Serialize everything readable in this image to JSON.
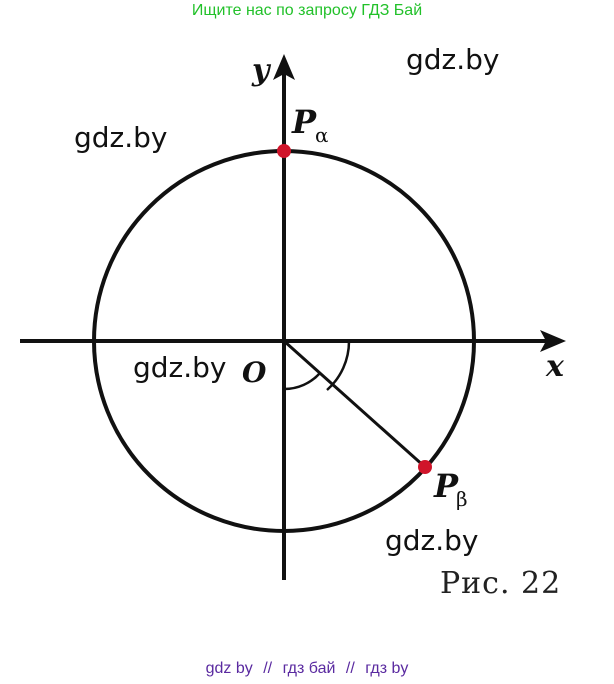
{
  "banner": {
    "text": "Ищите нас по запросу ГДЗ Бай",
    "color": "#22c12a"
  },
  "watermarks": [
    "gdz.by",
    "gdz.by",
    "gdz.by",
    "gdz.by"
  ],
  "diagram": {
    "axis_x_label": "x",
    "axis_y_label": "y",
    "origin_label": "O",
    "point_alpha": {
      "letter": "P",
      "subscript": "α"
    },
    "point_beta": {
      "letter": "P",
      "subscript": "β"
    },
    "point_color": "#d0142a",
    "line_color": "#111111"
  },
  "caption": "Рис. 22",
  "footer": {
    "link1": "gdz by",
    "separator": "//",
    "link2": "гдз бай",
    "link3": "гдз by",
    "color": "#5a2aa0"
  }
}
